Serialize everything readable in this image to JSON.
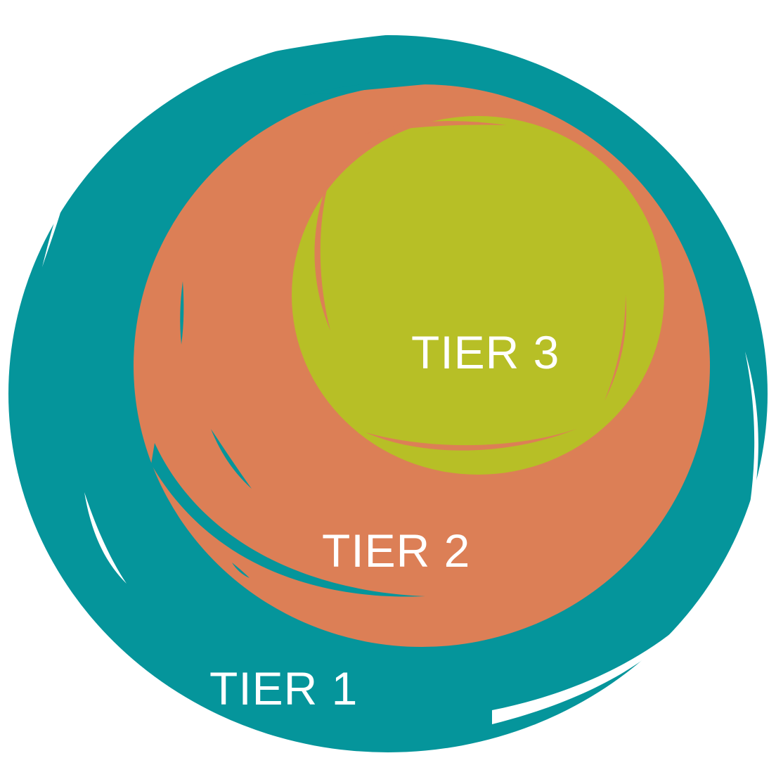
{
  "diagram": {
    "colors": {
      "tier1": "#05959B",
      "tier2": "#DC7F56",
      "tier3": "#B7BF26",
      "background": "#FFFFFF",
      "label": "#FFFFFF"
    },
    "tiers": [
      {
        "id": "tier1",
        "label": "TIER 1"
      },
      {
        "id": "tier2",
        "label": "TIER 2"
      },
      {
        "id": "tier3",
        "label": "TIER 3"
      }
    ]
  }
}
